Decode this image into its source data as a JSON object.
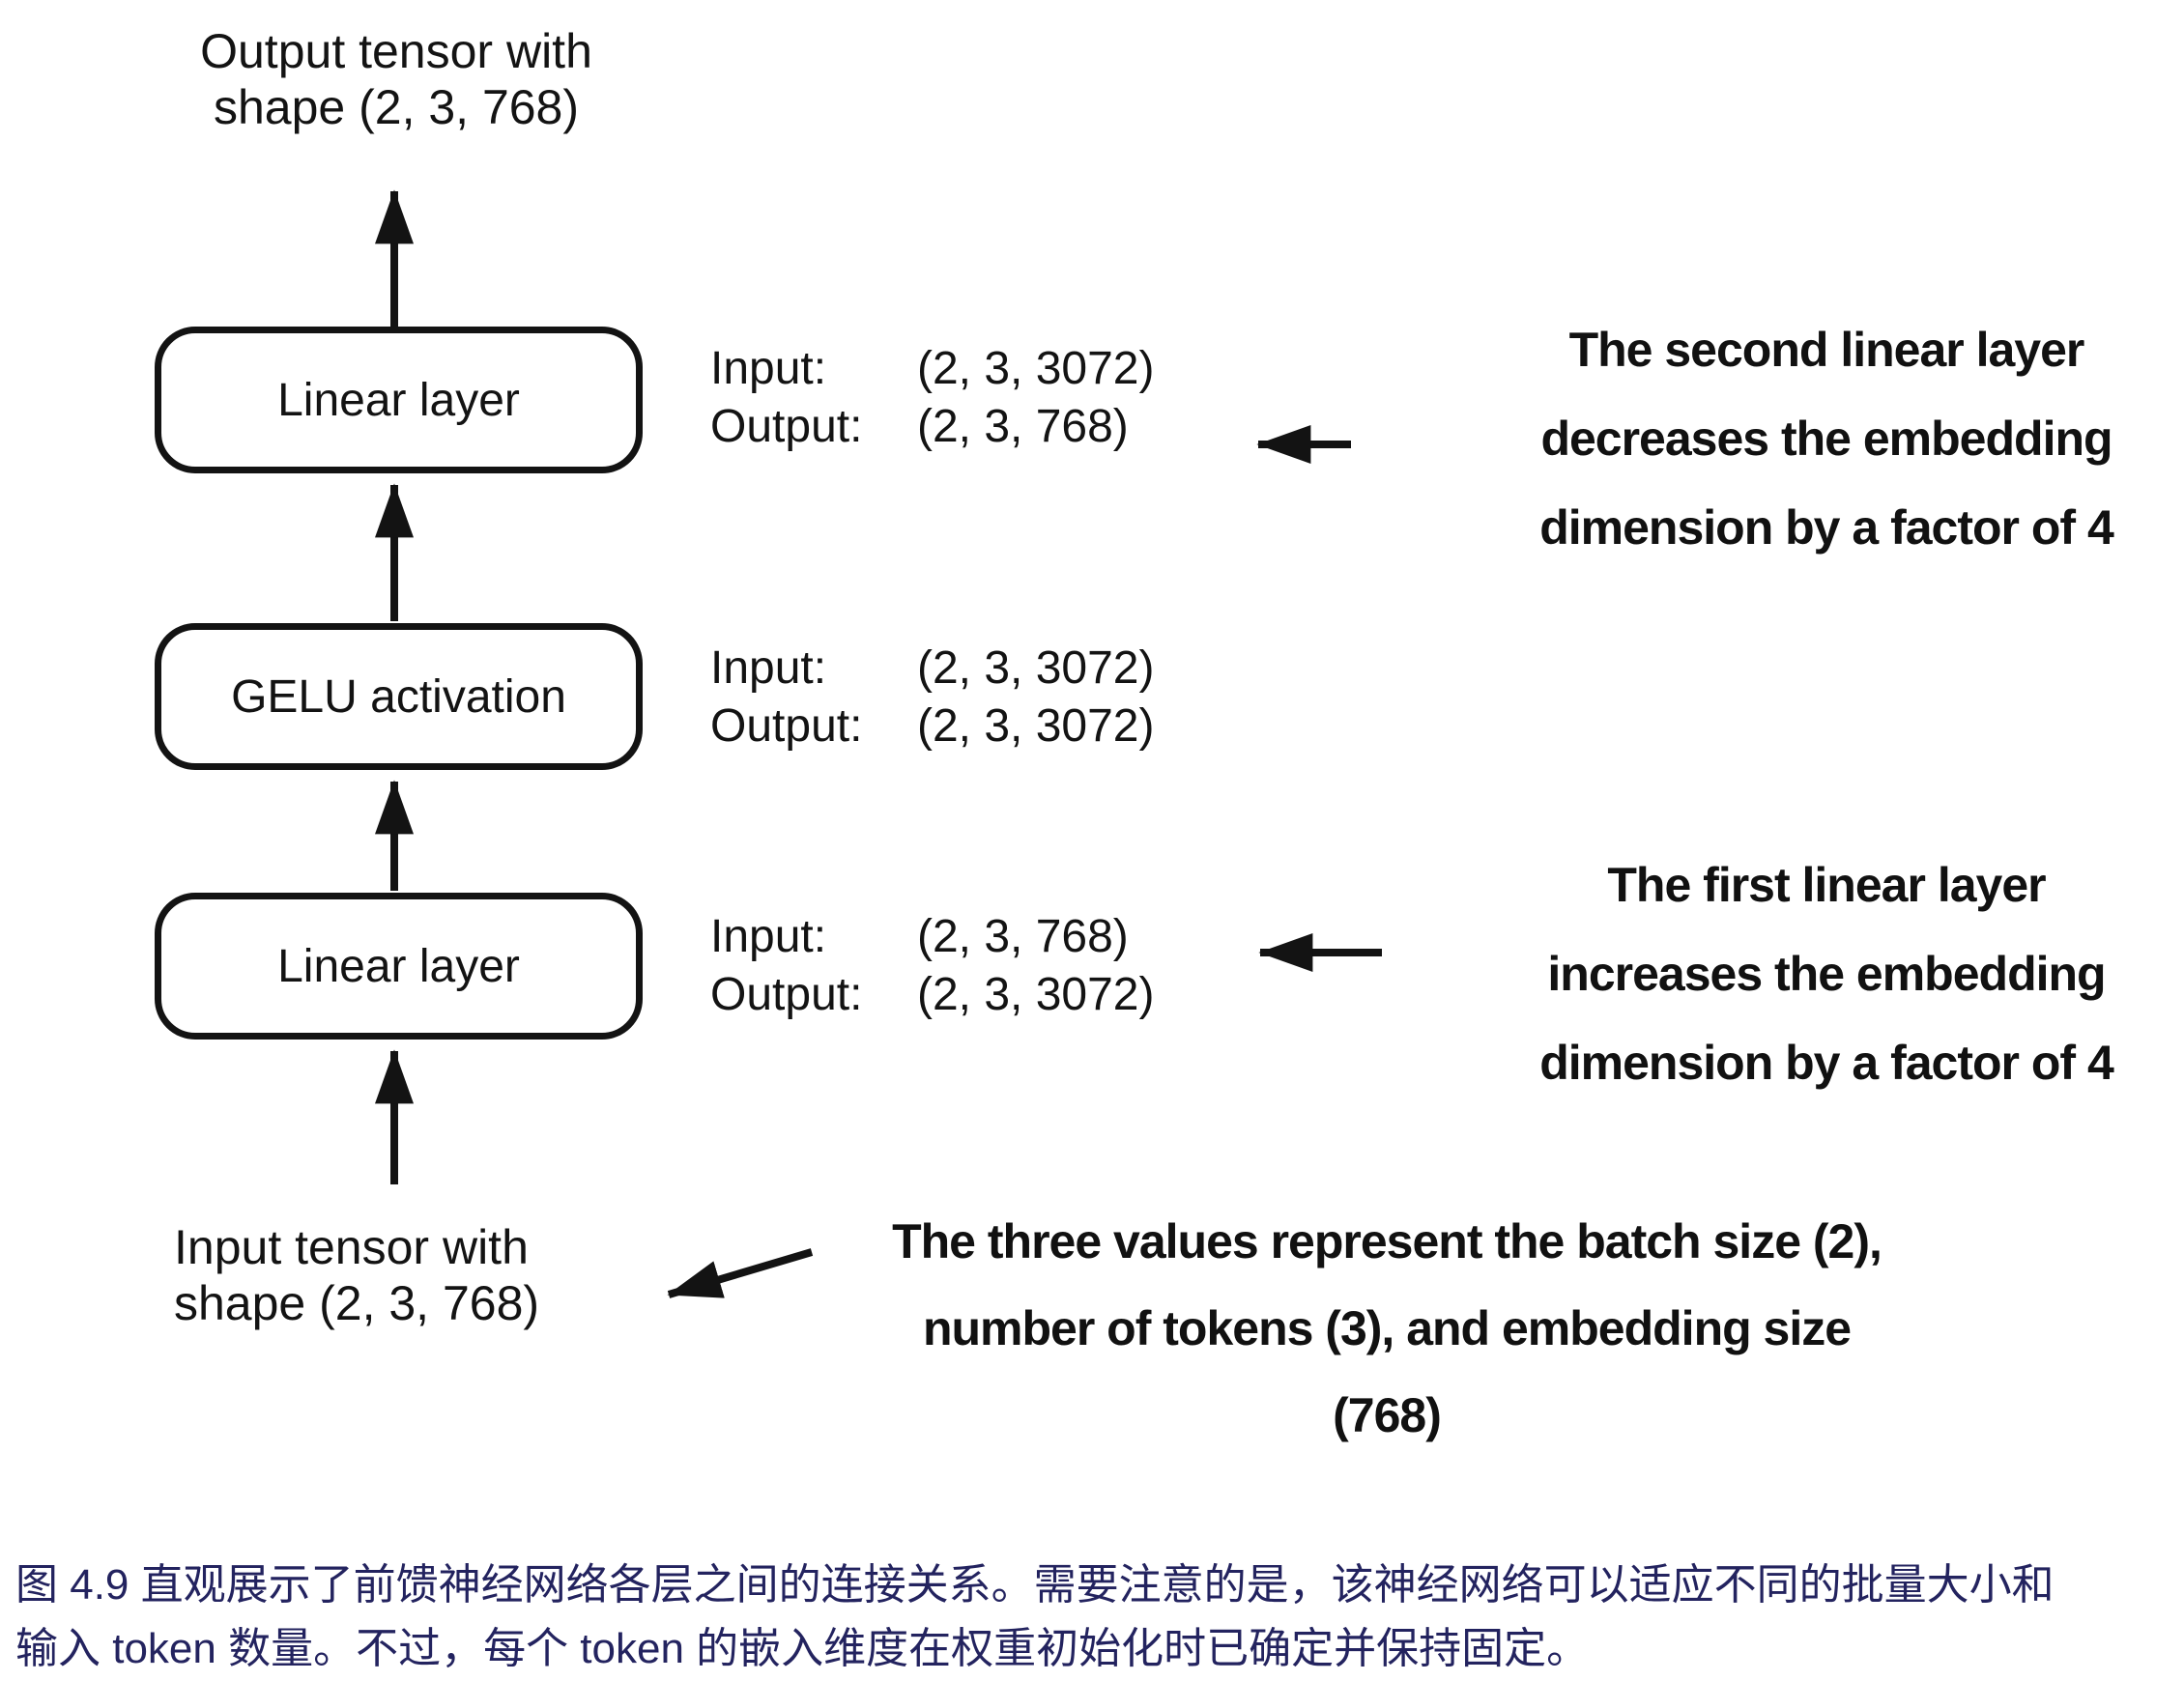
{
  "figure": {
    "output_tensor_label": {
      "line1": "Output tensor with",
      "line2": "shape (2, 3, 768)"
    },
    "input_tensor_label": {
      "line1": "Input tensor with",
      "line2": "shape (2, 3, 768)"
    },
    "boxes": [
      {
        "label": "Linear layer",
        "io": {
          "input_label": "Input:",
          "input_shape": "(2, 3, 3072)",
          "output_label": "Output:",
          "output_shape": "(2, 3, 768)"
        }
      },
      {
        "label": "GELU activation",
        "io": {
          "input_label": "Input:",
          "input_shape": "(2, 3, 3072)",
          "output_label": "Output:",
          "output_shape": "(2, 3, 3072)"
        }
      },
      {
        "label": "Linear layer",
        "io": {
          "input_label": "Input:",
          "input_shape": "(2, 3, 768)",
          "output_label": "Output:",
          "output_shape": "(2, 3, 3072)"
        }
      }
    ],
    "annotations": {
      "second_linear": {
        "line1": "The second linear layer",
        "line2": "decreases the embedding",
        "line3": "dimension by a factor of 4"
      },
      "first_linear": {
        "line1": "The first linear layer",
        "line2": "increases the embedding",
        "line3": "dimension by a factor of 4"
      },
      "tensor_values": {
        "line1": "The three values represent the batch size (2),",
        "line2": "number of tokens (3), and embedding size",
        "line3": "(768)"
      }
    }
  },
  "caption": {
    "line1": "图 4.9 直观展示了前馈神经网络各层之间的连接关系。需要注意的是，该神经网络可以适应不同的批量大小和",
    "line2": "输入 token 数量。不过，每个 token 的嵌入维度在权重初始化时已确定并保持固定。"
  },
  "colors": {
    "ink": "#131313",
    "caption_text": "#23235f",
    "background": "#ffffff"
  }
}
